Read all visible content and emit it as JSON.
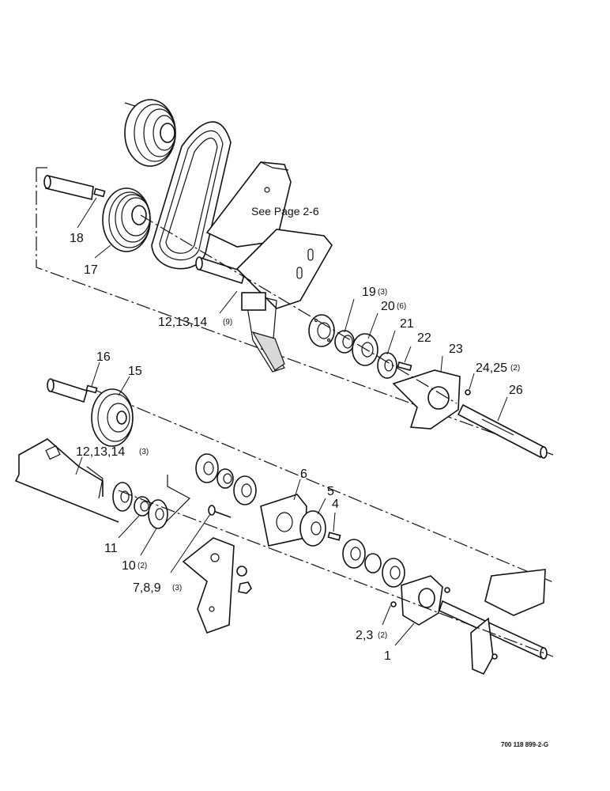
{
  "diagram": {
    "note": "See Page 2-6",
    "footer_code": "700 118 899-2-G",
    "callouts": {
      "c18": {
        "num": "18",
        "qty": ""
      },
      "c17": {
        "num": "17",
        "qty": ""
      },
      "c12_upper": {
        "num": "12,13,14",
        "qty": "(9)"
      },
      "c19": {
        "num": "19",
        "qty": "(3)"
      },
      "c20": {
        "num": "20",
        "qty": "(6)"
      },
      "c21": {
        "num": "21",
        "qty": ""
      },
      "c22": {
        "num": "22",
        "qty": ""
      },
      "c23": {
        "num": "23",
        "qty": ""
      },
      "c24": {
        "num": "24,25",
        "qty": "(2)"
      },
      "c26": {
        "num": "26",
        "qty": ""
      },
      "c16": {
        "num": "16",
        "qty": ""
      },
      "c15": {
        "num": "15",
        "qty": ""
      },
      "c12_lower": {
        "num": "12,13,14",
        "qty": "(3)"
      },
      "c6": {
        "num": "6",
        "qty": ""
      },
      "c5": {
        "num": "5",
        "qty": ""
      },
      "c4": {
        "num": "4",
        "qty": ""
      },
      "c11": {
        "num": "11",
        "qty": ""
      },
      "c10": {
        "num": "10",
        "qty": "(2)"
      },
      "c7": {
        "num": "7,8,9",
        "qty": "(3)"
      },
      "c2": {
        "num": "2,3",
        "qty": "(2)"
      },
      "c1": {
        "num": "1",
        "qty": ""
      }
    }
  }
}
